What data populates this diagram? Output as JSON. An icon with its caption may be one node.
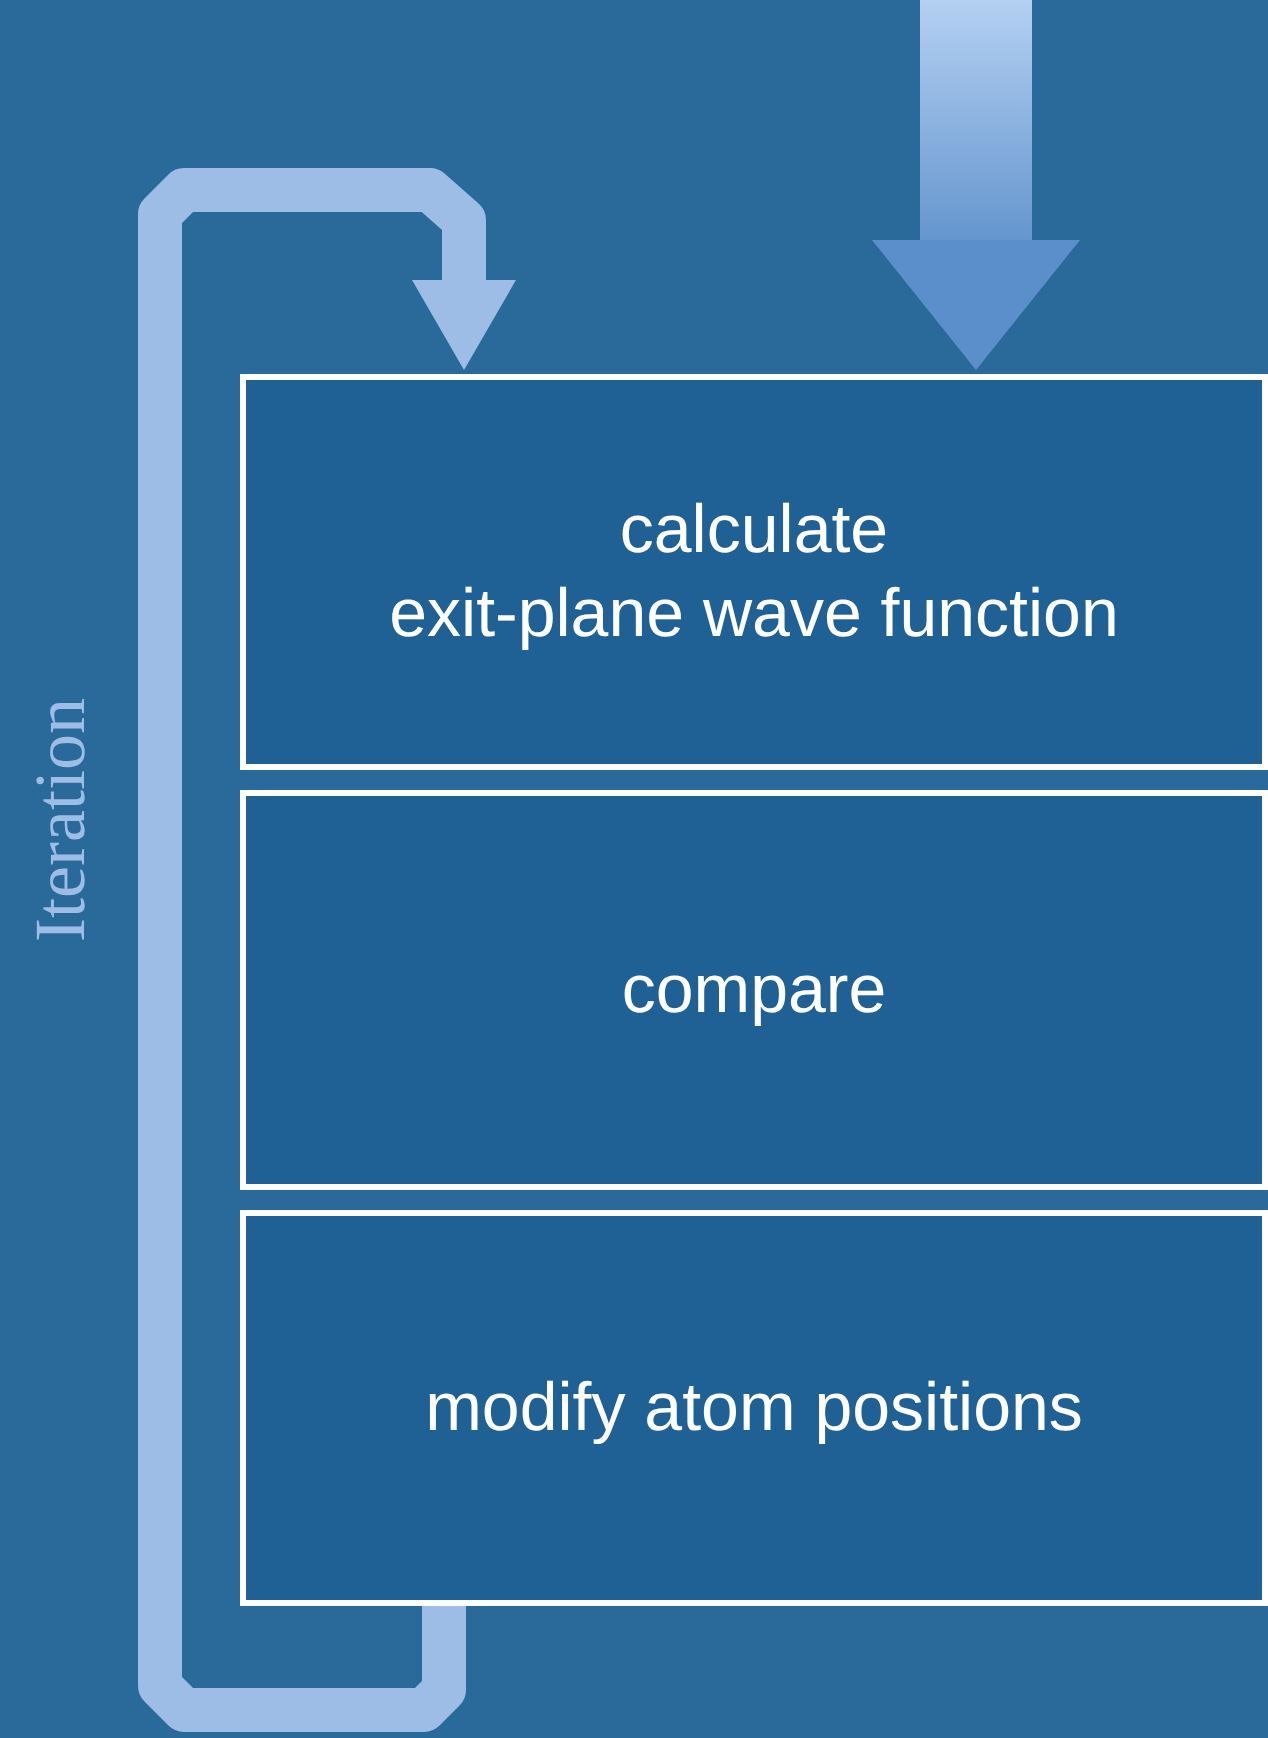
{
  "diagram": {
    "nodes": [
      {
        "text": [
          "calculate",
          "exit-plane wave function"
        ]
      },
      {
        "text": [
          "compare"
        ]
      },
      {
        "text": [
          "modify atom positions"
        ]
      }
    ],
    "edges": [
      {
        "from": null,
        "to": 0,
        "arrow": "to"
      },
      {
        "from": 2,
        "to": 0,
        "arrow": "to",
        "label": "Iteration"
      }
    ]
  }
}
